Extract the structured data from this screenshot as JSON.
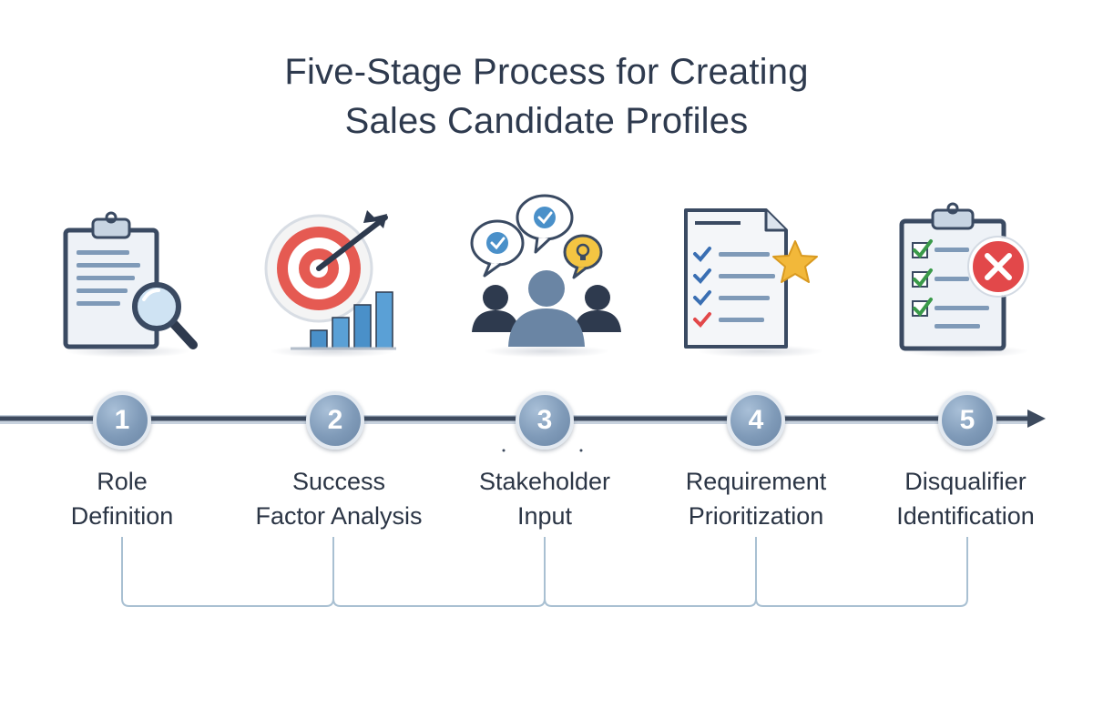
{
  "title": {
    "line1": "Five-Stage Process for Creating",
    "line2": "Sales Candidate Profiles"
  },
  "stages": [
    {
      "number": "1",
      "label_line1": "Role",
      "label_line2": "Definition",
      "icon": "clipboard-magnifier-icon"
    },
    {
      "number": "2",
      "label_line1": "Success",
      "label_line2": "Factor Analysis",
      "icon": "target-chart-icon"
    },
    {
      "number": "3",
      "label_line1": "Stakeholder",
      "label_line2": "Input",
      "icon": "stakeholder-group-icon"
    },
    {
      "number": "4",
      "label_line1": "Requirement",
      "label_line2": "Prioritization",
      "icon": "checklist-star-icon"
    },
    {
      "number": "5",
      "label_line1": "Disqualifier",
      "label_line2": "Identification",
      "icon": "clipboard-reject-icon"
    }
  ],
  "colors": {
    "title": "#2e3a4e",
    "timeline": "#3d4a5e",
    "node": "#7f9ab8",
    "accent_red": "#e2484a",
    "accent_blue": "#4a90c9",
    "check_green": "#3a9a4a",
    "star_yellow": "#f2b83a",
    "bracket": "#a9c0d2"
  }
}
